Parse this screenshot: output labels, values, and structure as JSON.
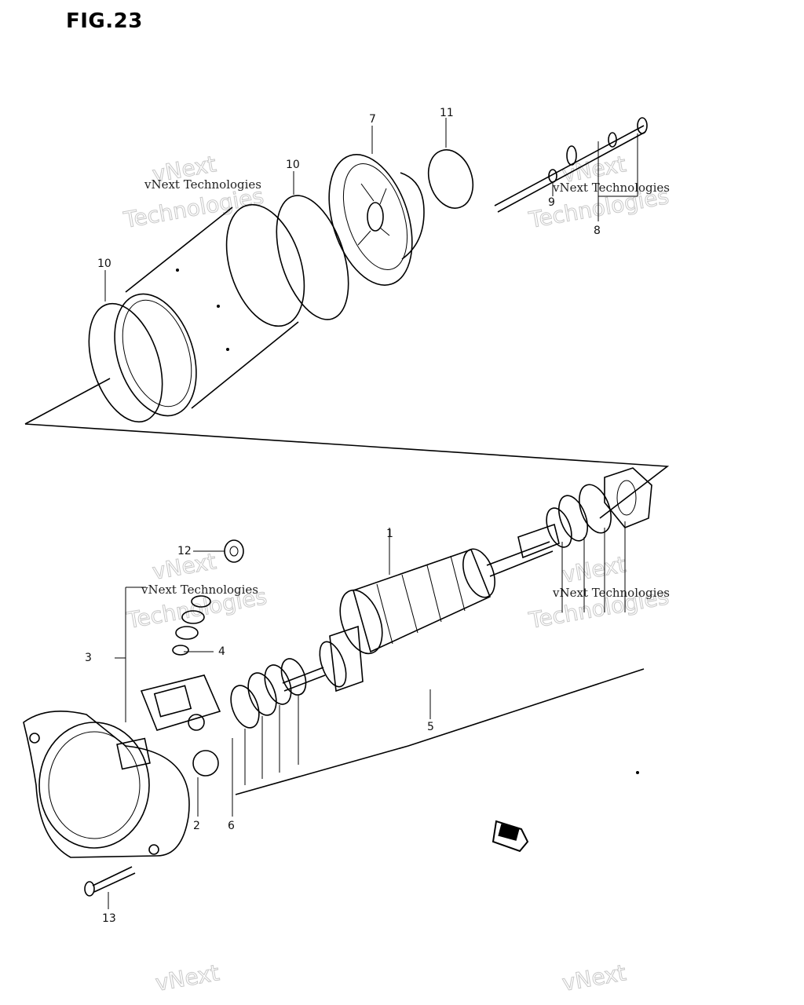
{
  "figure": {
    "title": "FIG.23"
  },
  "callouts": {
    "c1": "1",
    "c2": "2",
    "c3": "3",
    "c4": "4",
    "c5": "5",
    "c6": "6",
    "c7": "7",
    "c8": "8",
    "c9": "9",
    "c10a": "10",
    "c10b": "10",
    "c11": "11",
    "c12": "12",
    "c13": "13"
  },
  "watermarks": {
    "brand": "vNext",
    "line": "vNext Technologies",
    "big": "Technologies"
  },
  "colors": {
    "ink": "#000000",
    "paper": "#ffffff",
    "watermark": "#c8c8c8"
  }
}
